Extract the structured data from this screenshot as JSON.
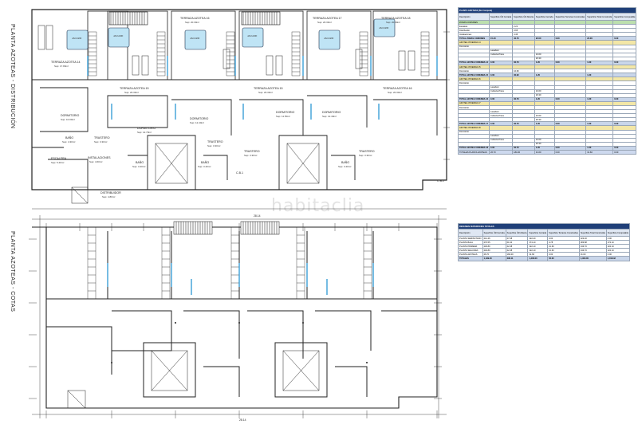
{
  "plans": {
    "top_title": "PLANTA AZOTEAS - DISTRIBUCIÓN",
    "bottom_title": "PLANTA AZOTEAS - COTAS",
    "watermark": "habitaclia"
  },
  "rooms": {
    "terraza_14": "TERRAZA AZOTEA 14",
    "terraza_14_area": "Sup: 17.80m²",
    "terraza_15": "TERRAZA AZOTEA 15",
    "terraza_15_area": "Sup: 20.30m²",
    "terraza_16": "TERRAZA AZOTEA 16",
    "terraza_16_area": "Sup: 20.30m²",
    "terraza_17": "TERRAZA AZOTEA 17",
    "terraza_17_area": "Sup: 20.30m²",
    "terraza_18": "TERRAZA AZOTEA 18",
    "terraza_18_area": "Sup: 20.30m²",
    "terraza_15b": "TERRAZA AZOTEA 15",
    "terraza_15b_area": "Sup: 20.30m²",
    "terraza_16b": "TERRAZA AZOTEA 16",
    "terraza_16b_area": "Sup: 20.30m²",
    "dormitorio_a": "DORMITORIO",
    "dormitorio_a_area": "Sup: 10.00m²",
    "dormitorio_b": "DORMITORIO",
    "dormitorio_b_area": "Sup: 12.70m²",
    "dormitorio_c": "DORMITORIO",
    "dormitorio_c_area": "Sup: 12.40m²",
    "dormitorio_d": "DORMITORIO",
    "dormitorio_d_area": "Sup: 11.50m²",
    "dormitorio_e": "DORMITORIO",
    "dormitorio_e_area": "Sup: 12.40m²",
    "trastero_a": "TRASTERO",
    "trastero_a_area": "Sup: 3.30m²",
    "trastero_b": "TRASTERO",
    "trastero_b_area": "Sup: 3.30m²",
    "trastero_c": "TRASTERO",
    "trastero_c_area": "Sup: 3.30m²",
    "trastero_d": "TRASTERO",
    "trastero_d_area": "Sup: 3.30m²",
    "bano_a": "BAÑO",
    "bano_a_area": "Sup: 4.30m²",
    "bano_b": "BAÑO",
    "bano_b_area": "Sup: 3.40m²",
    "bano_c": "BAÑO",
    "bano_c_area": "Sup: 3.40m²",
    "bano_d": "BAÑO",
    "bano_d_area": "Sup: 3.40m²",
    "escalera": "ESCALERA",
    "escalera_area": "Sup: 5.40m²",
    "instalaciones": "INSTALACIONES",
    "instalaciones_area": "Sup: 4.60m²",
    "distribuidor": "DISTRIBUIDOR",
    "distribuidor_area": "Sup: 4.80m²",
    "jacuzzi": "JACUZZI",
    "label_c1": "C.B.1",
    "label_c2": "C.B.2"
  },
  "dimensions": {
    "top_total": "28.14",
    "bottom_total": "28.14"
  },
  "table1": {
    "title": "PLANTA AZOTEAS (No Computa)",
    "headers": [
      "Descripción",
      "Superficie Útil Cerrada",
      "Superficie Útil Abierta",
      "Superficie Cerrada",
      "Superficie Terrazas Construidas",
      "Superficie Total Construida",
      "Superficie Computable"
    ],
    "rows": [
      {
        "c": "green",
        "v": [
          "ZONAS COMUNES",
          "",
          "",
          "",
          "",
          "",
          ""
        ]
      },
      {
        "c": "",
        "v": [
          "Escalera",
          "",
          "2.21",
          "",
          "",
          "",
          ""
        ]
      },
      {
        "c": "",
        "v": [
          "Distribuidor",
          "",
          "3.65",
          "",
          "",
          "",
          ""
        ]
      },
      {
        "c": "",
        "v": [
          "Instalaciones",
          "",
          "4.46",
          "",
          "",
          "",
          ""
        ]
      },
      {
        "c": "tot",
        "v": [
          "TOTAL ZONAS COMUNES",
          "15.40",
          "40.70",
          "22.00",
          "0.00",
          "22.00",
          "0.00"
        ]
      },
      {
        "c": "yel",
        "v": [
          "AZOTEA VIVIENDA 14",
          "",
          "",
          "",
          "",
          "",
          ""
        ]
      },
      {
        "c": "",
        "v": [
          "Dormitorio",
          "",
          "",
          "",
          "",
          "",
          ""
        ]
      },
      {
        "c": "",
        "v": [
          "",
          "Lavadero",
          "",
          "",
          "",
          "",
          ""
        ]
      },
      {
        "c": "",
        "v": [
          "",
          "Cubierta Pisos",
          "",
          "10.60",
          "",
          "",
          ""
        ]
      },
      {
        "c": "",
        "v": [
          "",
          "",
          "",
          "20.30",
          "",
          "",
          ""
        ]
      },
      {
        "c": "tot",
        "v": [
          "TOTAL AZOTEA VIVIENDA 14",
          "0.00",
          "30.70",
          "1.20",
          "0.00",
          "1.20",
          "0.00"
        ]
      },
      {
        "c": "yel",
        "v": [
          "AZOTEA VIVIENDA 15",
          "",
          "",
          "",
          "",
          "",
          ""
        ]
      },
      {
        "c": "",
        "v": [
          "Dormitorio",
          "",
          "10.60",
          "",
          "",
          "",
          ""
        ]
      },
      {
        "c": "tot",
        "v": [
          "TOTAL AZOTEA VIVIENDA 15",
          "0.00",
          "30.90",
          "1.20",
          "",
          "1.20",
          ""
        ]
      },
      {
        "c": "yel",
        "v": [
          "AZOTEA VIVIENDA 16",
          "",
          "",
          "",
          "",
          "",
          ""
        ]
      },
      {
        "c": "",
        "v": [
          "Dormitorio",
          "",
          "",
          "",
          "",
          "",
          ""
        ]
      },
      {
        "c": "",
        "v": [
          "",
          "Lavadero",
          "",
          "",
          "",
          "",
          ""
        ]
      },
      {
        "c": "",
        "v": [
          "",
          "Cubierta Pisos",
          "",
          "10.60",
          "",
          "",
          ""
        ]
      },
      {
        "c": "",
        "v": [
          "",
          "",
          "",
          "20.30",
          "",
          "",
          ""
        ]
      },
      {
        "c": "tot",
        "v": [
          "TOTAL AZOTEA VIVIENDA 16",
          "0.00",
          "30.70",
          "1.20",
          "0.00",
          "1.20",
          "0.00"
        ]
      },
      {
        "c": "yel",
        "v": [
          "AZOTEA VIVIENDA 17",
          "",
          "",
          "",
          "",
          "",
          ""
        ]
      },
      {
        "c": "",
        "v": [
          "Dormitorio",
          "",
          "",
          "",
          "",
          "",
          ""
        ]
      },
      {
        "c": "",
        "v": [
          "",
          "Lavadero",
          "",
          "",
          "",
          "",
          ""
        ]
      },
      {
        "c": "",
        "v": [
          "",
          "Cubierta Pisos",
          "",
          "10.60",
          "",
          "",
          ""
        ]
      },
      {
        "c": "",
        "v": [
          "",
          "",
          "",
          "20.30",
          "",
          "",
          ""
        ]
      },
      {
        "c": "tot",
        "v": [
          "TOTAL AZOTEA VIVIENDA 17",
          "0.00",
          "30.70",
          "1.20",
          "0.00",
          "1.20",
          "0.00"
        ]
      },
      {
        "c": "yel",
        "v": [
          "AZOTEA VIVIENDA 18",
          "",
          "",
          "",
          "",
          "",
          ""
        ]
      },
      {
        "c": "",
        "v": [
          "Dormitorio",
          "",
          "",
          "",
          "",
          "",
          ""
        ]
      },
      {
        "c": "",
        "v": [
          "",
          "Lavadero",
          "",
          "",
          "",
          "",
          ""
        ]
      },
      {
        "c": "",
        "v": [
          "",
          "Cubierta Pisos",
          "",
          "10.60",
          "",
          "",
          ""
        ]
      },
      {
        "c": "",
        "v": [
          "",
          "",
          "",
          "20.30",
          "",
          "",
          ""
        ]
      },
      {
        "c": "tot",
        "v": [
          "TOTAL AZOTEA VIVIENDA 18",
          "0.00",
          "30.70",
          "1.20",
          "0.00",
          "1.20",
          "0.00"
        ]
      },
      {
        "c": "blu",
        "v": [
          "TOTALES PLANTA AZOTEAS",
          "26.70",
          "184.00",
          "31.60",
          "0.00",
          "31.60",
          "0.00"
        ]
      }
    ]
  },
  "table2": {
    "title": "RESUMEN SUPERFICIES TOTALES",
    "headers": [
      "Descripción",
      "Superficie Útil Cerrada",
      "Superficie Útil Abierta",
      "Superficie Cerrada",
      "Superficie Terrazas Construidas",
      "Superficie Total Construida",
      "Superficie Computable"
    ],
    "rows": [
      {
        "c": "",
        "v": [
          "PLANTA SEMISOTANO",
          "214.46",
          "27.68",
          "322.20",
          "0.00",
          "322.20",
          "0.00"
        ]
      },
      {
        "c": "",
        "v": [
          "PLANTA BAJA",
          "276.55",
          "61.64",
          "374.10",
          "9.78",
          "383.88",
          "374.10"
        ]
      },
      {
        "c": "",
        "v": [
          "PLANTA PRIMERA",
          "230.80",
          "42.38",
          "322.10",
          "21.60",
          "343.70",
          "322.10"
        ]
      },
      {
        "c": "",
        "v": [
          "PLANTA SEGUNDA",
          "240.80",
          "42.38",
          "322.10",
          "21.60",
          "343.70",
          "322.10"
        ]
      },
      {
        "c": "",
        "v": [
          "PLANTA AZOTEAS",
          "26.70",
          "184.00",
          "31.60",
          "0.00",
          "31.60",
          "0.00"
        ]
      },
      {
        "c": "tot",
        "v": [
          "TOTALES",
          "1,199.30",
          "396.11",
          "1,400.00",
          "53.00",
          "1,400.00",
          "1,018.42"
        ]
      }
    ]
  }
}
